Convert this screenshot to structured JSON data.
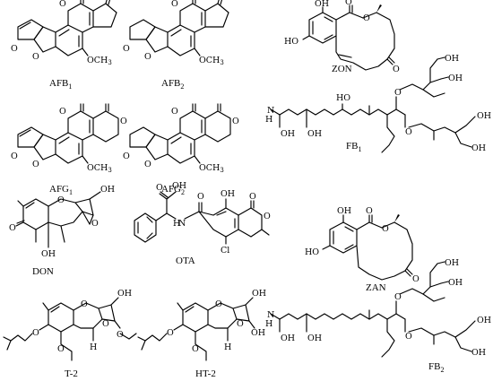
{
  "atoms": {
    "O": "O",
    "OH": "OH",
    "HO": "HO",
    "OCH3": "OCH",
    "three": "3",
    "Cl": "Cl",
    "N": "N",
    "H": "H"
  },
  "compounds": {
    "afb1": {
      "base": "AFB",
      "sub": "1"
    },
    "afb2": {
      "base": "AFB",
      "sub": "2"
    },
    "afg1": {
      "base": "AFG",
      "sub": "1"
    },
    "afg2": {
      "base": "AFG",
      "sub": "2"
    },
    "zon": {
      "base": "ZON",
      "sub": ""
    },
    "fb1": {
      "base": "FB",
      "sub": "1"
    },
    "don": {
      "base": "DON",
      "sub": ""
    },
    "ota": {
      "base": "OTA",
      "sub": ""
    },
    "zan": {
      "base": "ZAN",
      "sub": ""
    },
    "t2": {
      "base": "T-2",
      "sub": ""
    },
    "ht2": {
      "base": "HT-2",
      "sub": ""
    },
    "fb2": {
      "base": "FB",
      "sub": "2"
    }
  }
}
